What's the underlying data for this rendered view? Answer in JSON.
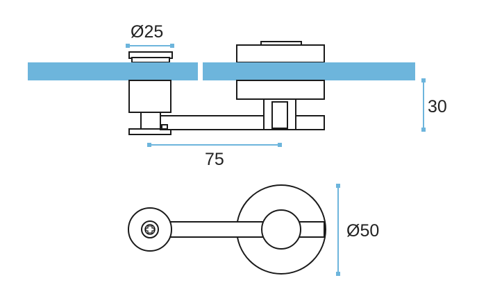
{
  "colors": {
    "glass": "#6db5dc",
    "dimension": "#6db5dc",
    "outline": "#1a1a1a",
    "text": "#222222"
  },
  "dimensions": {
    "small_diameter": "Ø25",
    "height": "30",
    "span": "75",
    "large_diameter": "Ø50"
  }
}
